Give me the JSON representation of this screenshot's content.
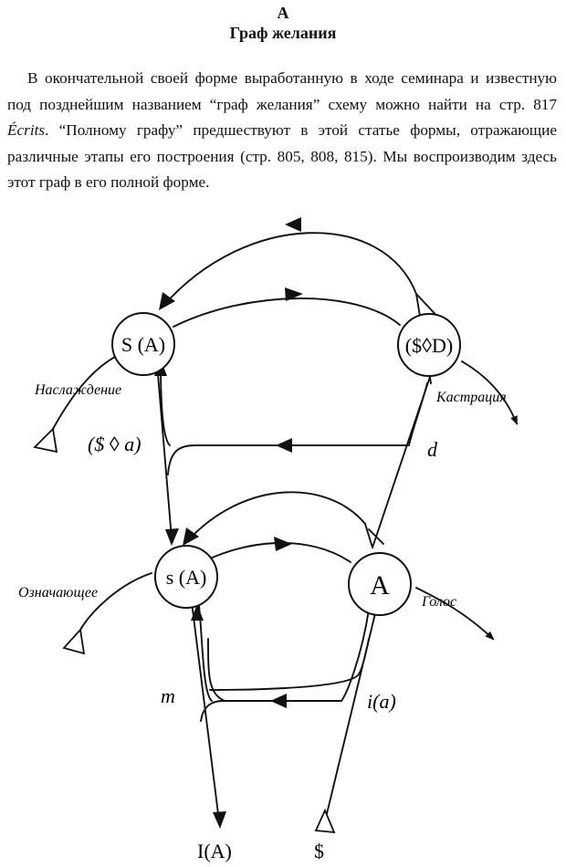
{
  "header": {
    "letter": "А",
    "title": "Граф желания"
  },
  "intro": {
    "part1": "В окончательной своей форме выработанную в ходе семинара и известную под позднейшим названием “граф желания” схему можно найти на стр. 817 ",
    "italic": "Écrits",
    "part2": ". “Полному графу” предшествуют в этой статье формы, отражающие различные этапы его построения (стр. 805, 808, 815). Мы воспроизводим здесь этот граф в его полной форме."
  },
  "graph": {
    "nodes": {
      "s_barred_a": "S (A)",
      "barred_s_d": "($◊D)",
      "s_of_a": "s (A)",
      "big_a": "A"
    },
    "labels": {
      "jouissance": "Наслаждение",
      "castration": "Кастрация",
      "barred_s_a": "($ ◊ a)",
      "d": "d",
      "signifier": "Означающее",
      "voice": "Голос",
      "m": "m",
      "i_a": "i(a)",
      "i_big_a": "I(A)",
      "barred_s": "$"
    }
  }
}
